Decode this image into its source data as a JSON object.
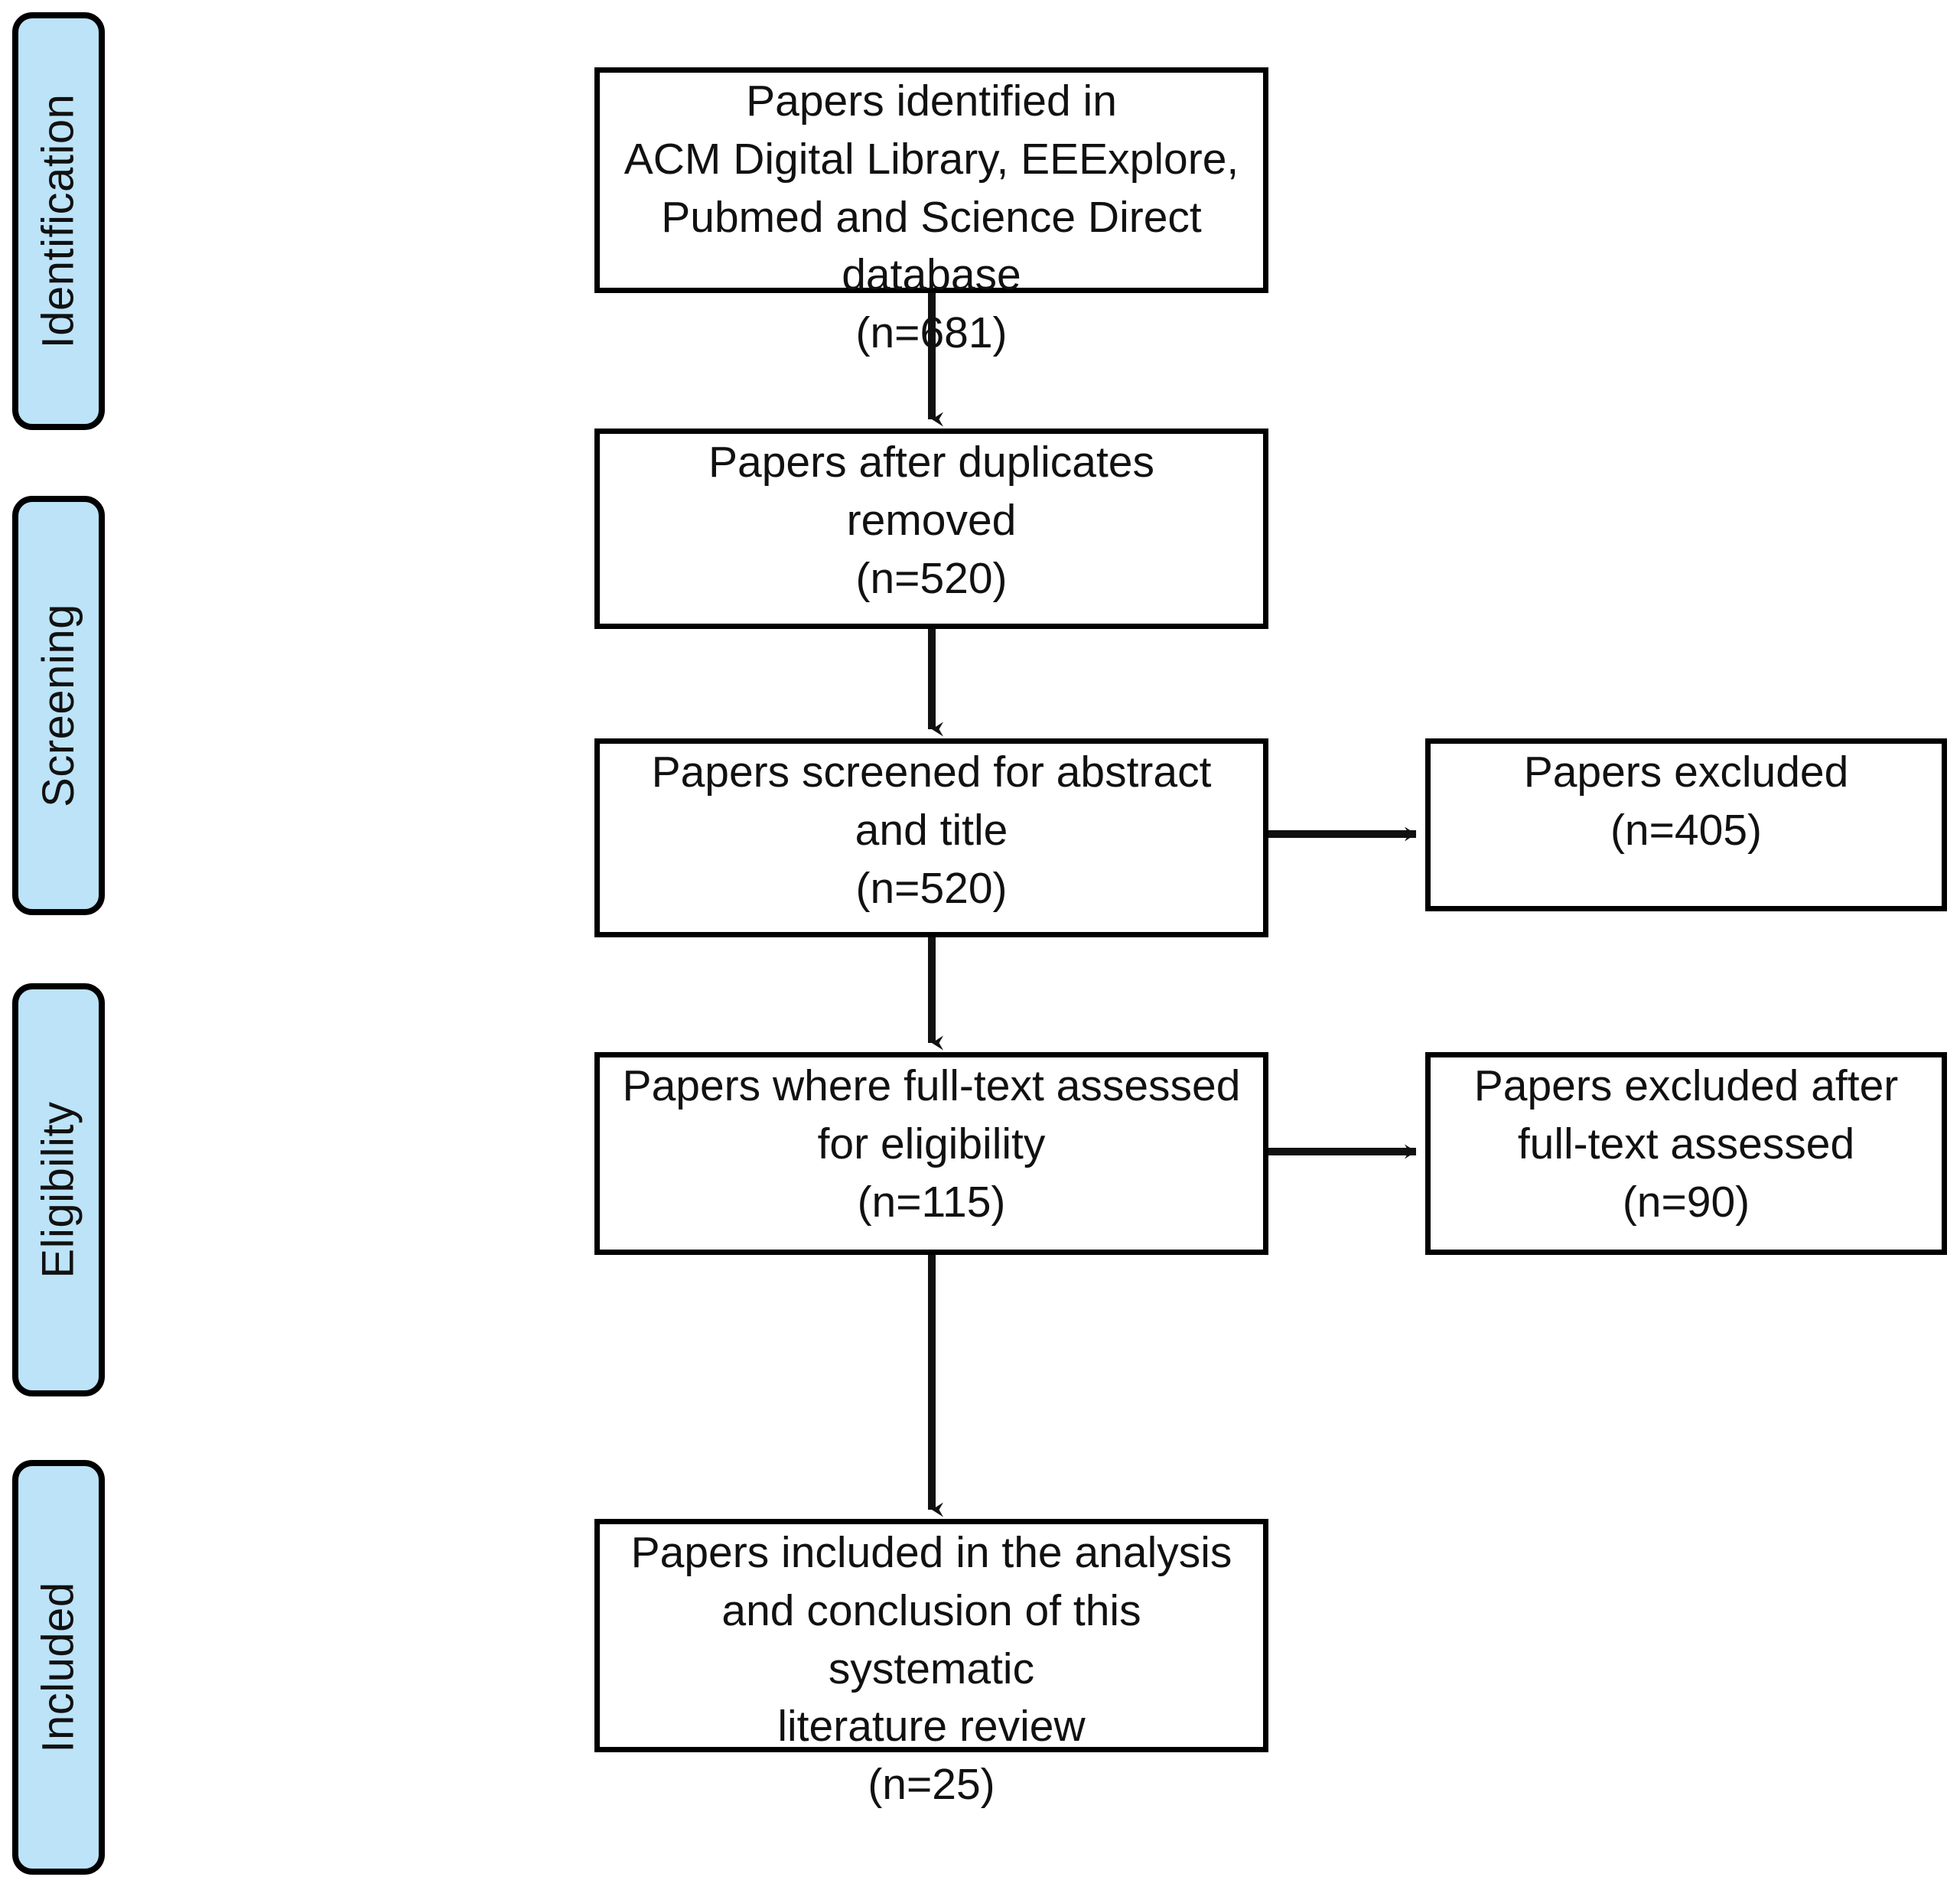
{
  "diagram": {
    "title": "PRISMA systematic literature review flow diagram",
    "colors": {
      "phase_fill": "#bce3f8",
      "stroke": "#000000",
      "box_fill": "#ffffff",
      "text": "#111111"
    }
  },
  "phases": [
    {
      "id": "identification",
      "label": "Identification"
    },
    {
      "id": "screening",
      "label": "Screening"
    },
    {
      "id": "eligibility",
      "label": "Eligibility"
    },
    {
      "id": "included",
      "label": "Included"
    }
  ],
  "boxes": {
    "identified": {
      "text": "Papers identified in\nACM Digital Library, EEExplore,\nPubmed and Science Direct database\n(n=681)",
      "count": 681
    },
    "duplicates_removed": {
      "text": "Papers after duplicates removed\n(n=520)",
      "count": 520
    },
    "screened": {
      "text": "Papers screened for abstract\nand title\n(n=520)",
      "count": 520
    },
    "excluded_screening": {
      "text": "Papers excluded\n(n=405)",
      "count": 405
    },
    "full_text_assessed": {
      "text": "Papers where full-text assessed\nfor eligibility\n(n=115)",
      "count": 115
    },
    "excluded_full_text": {
      "text": "Papers excluded after\nfull-text assessed\n(n=90)",
      "count": 90
    },
    "included_final": {
      "text": "Papers included in the analysis\nand conclusion of this systematic\nliterature review\n(n=25)",
      "count": 25
    }
  },
  "flow": [
    {
      "from": "identified",
      "to": "duplicates_removed",
      "direction": "down"
    },
    {
      "from": "duplicates_removed",
      "to": "screened",
      "direction": "down"
    },
    {
      "from": "screened",
      "to": "excluded_screening",
      "direction": "right"
    },
    {
      "from": "screened",
      "to": "full_text_assessed",
      "direction": "down"
    },
    {
      "from": "full_text_assessed",
      "to": "excluded_full_text",
      "direction": "right"
    },
    {
      "from": "full_text_assessed",
      "to": "included_final",
      "direction": "down"
    }
  ]
}
